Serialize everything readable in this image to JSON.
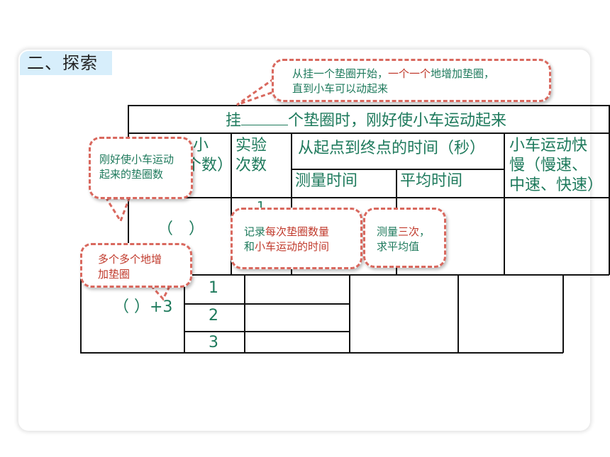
{
  "section_title": "二、探索",
  "top_table": {
    "title_prefix": "挂",
    "title_suffix": "个垫圈时，刚好使小车运动起来",
    "col_washers_partial_1": "小",
    "col_washers_partial_2": "个数）",
    "col_trials": [
      "实验",
      "次数"
    ],
    "col_time_group": "从起点到终点的时间（秒）",
    "col_measured": "测量时间",
    "col_average": "平均时间",
    "col_speed": [
      "小车运动快",
      "慢（慢速、",
      "中速、快速）"
    ],
    "row_washer_blank": "（　）",
    "row_trial_partial": "1"
  },
  "bottom_table": {
    "row_label": "（ ）+3",
    "trials": [
      "1",
      "2",
      "3"
    ]
  },
  "bubbles": {
    "top": {
      "line1_a": "从挂一个垫圈开始，",
      "line1_b": "一个一个",
      "line1_c": "地增加垫圈，",
      "line2": "直到小车可以动起来"
    },
    "left": [
      "刚好使小车运动",
      "起来的垫圈数"
    ],
    "middle": {
      "line1_a": "记录",
      "line1_b": "每次垫圈数量",
      "line2_a": "和",
      "line2_b": "小车运动的时间"
    },
    "right": {
      "line1_a": "测量",
      "line1_b": "三次",
      "line1_c": "，",
      "line2": "求平均值"
    },
    "bottom_left": [
      "多个多个地增",
      "加垫圈"
    ]
  },
  "colors": {
    "text_green": "#1e7a5c",
    "highlight_red": "#c0392b",
    "bubble_border": "#d9685e",
    "tab_bg": "#d7eefb"
  }
}
